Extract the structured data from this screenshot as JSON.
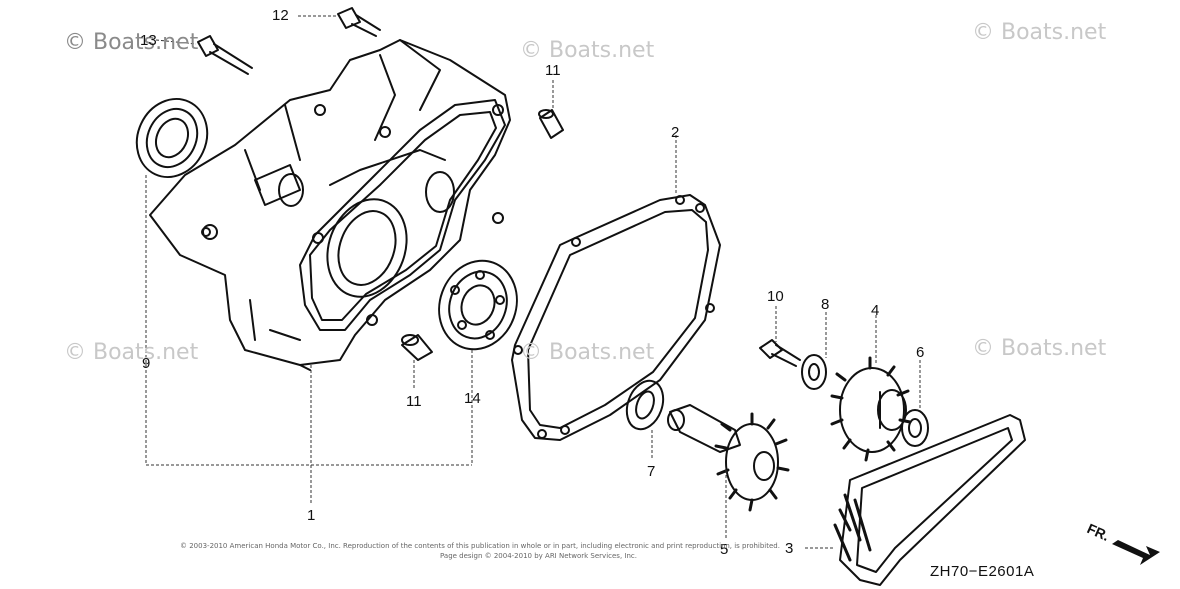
{
  "watermark": "© Boats.net",
  "part_numbers": {
    "p1": "1",
    "p2": "2",
    "p3": "3",
    "p4": "4",
    "p5": "5",
    "p6": "6",
    "p7": "7",
    "p8": "8",
    "p9": "9",
    "p10": "10",
    "p11a": "11",
    "p11b": "11",
    "p12": "12",
    "p13": "13",
    "p14": "14"
  },
  "diagram_code": "ZH70−E2601A",
  "direction_label": "FR.",
  "copyright_line1": "© 2003-2010 American Honda Motor Co., Inc. Reproduction of the contents of this publication in whole or in part, including electronic and print reproduction, is prohibited.",
  "copyright_line2": "Page design © 2004-2010 by ARI Network Services, Inc.",
  "icons": [
    "fr-arrow-icon"
  ]
}
